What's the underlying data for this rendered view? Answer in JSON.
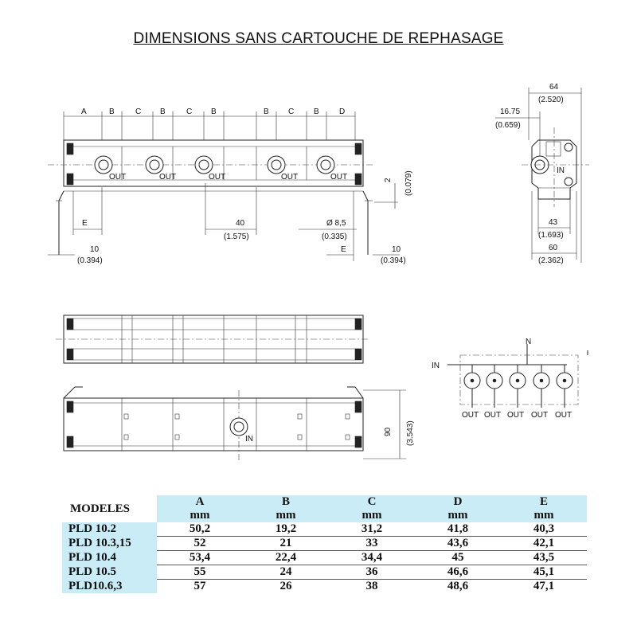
{
  "title": "DIMENSIONS SANS CARTOUCHE DE REPHASAGE",
  "front_view": {
    "top_dims": [
      "A",
      "B",
      "C",
      "B",
      "C",
      "B",
      "B",
      "C",
      "B",
      "D"
    ],
    "port_label": "OUT",
    "dim_E_left": "E",
    "dim_10_left": "10",
    "dim_10_left_in": "(0.394)",
    "dim_40": "40",
    "dim_40_in": "(1.575)",
    "dim_hole": "Ø 8,5",
    "dim_hole_in": "(0.335)",
    "dim_E_right": "E",
    "dim_10_right": "10",
    "dim_10_right_in": "(0.394)",
    "dim_2": "2",
    "dim_2_in": "(0.079)"
  },
  "side_view": {
    "dim_64": "64",
    "dim_64_in": "(2.520)",
    "dim_1675": "16.75",
    "dim_1675_in": "(0.659)",
    "in_label": "IN",
    "dim_43": "43",
    "dim_43_in": "(1.693)",
    "dim_60": "60",
    "dim_60_in": "(2.362)"
  },
  "bottom_view": {
    "in_label": "IN",
    "dim_90": "90",
    "dim_90_in": "(3.543)"
  },
  "schematic": {
    "n_label": "N",
    "in_label": "IN",
    "outputs": [
      "OUT",
      "OUT",
      "OUT",
      "OUT",
      "OUT"
    ]
  },
  "table": {
    "corner": "MODELES",
    "headers": [
      {
        "letter": "A",
        "unit": "mm"
      },
      {
        "letter": "B",
        "unit": "mm"
      },
      {
        "letter": "C",
        "unit": "mm"
      },
      {
        "letter": "D",
        "unit": "mm"
      },
      {
        "letter": "E",
        "unit": "mm"
      }
    ],
    "rows": [
      {
        "model": "PLD 10.2",
        "values": [
          "50,2",
          "19,2",
          "31,2",
          "41,8",
          "40,3"
        ]
      },
      {
        "model": "PLD 10.3,15",
        "values": [
          "52",
          "21",
          "33",
          "43,6",
          "42,1"
        ]
      },
      {
        "model": "PLD 10.4",
        "values": [
          "53,4",
          "22,4",
          "34,4",
          "45",
          "43,5"
        ]
      },
      {
        "model": "PLD 10.5",
        "values": [
          "55",
          "24",
          "36",
          "46,6",
          "45,1"
        ]
      },
      {
        "model": "PLD10.6,3",
        "values": [
          "57",
          "26",
          "38",
          "48,6",
          "47,1"
        ]
      }
    ]
  }
}
